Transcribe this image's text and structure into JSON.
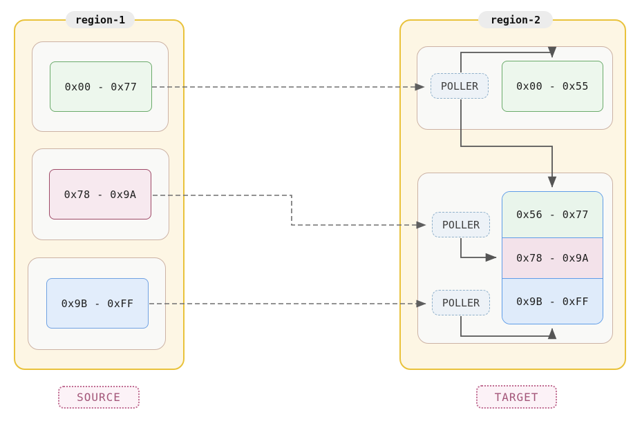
{
  "diagram": {
    "region1": {
      "label": "region-1",
      "badge": "SOURCE",
      "ranges": [
        "0x00 - 0x77",
        "0x78 - 0x9A",
        "0x9B - 0xFF"
      ]
    },
    "region2": {
      "label": "region-2",
      "badge": "TARGET",
      "pollers": [
        "POLLER",
        "POLLER",
        "POLLER"
      ],
      "group1_ranges": [
        "0x00 - 0x55"
      ],
      "group2_ranges": [
        "0x56 - 0x77",
        "0x78 - 0x9A",
        "0x9B - 0xFF"
      ]
    },
    "colors": {
      "region_border": "#e9c23b",
      "region_fill": "#fdf6e4",
      "subbox_border": "#ccb2a4",
      "subbox_fill": "#f9f9f7",
      "green_border": "#6aaa6a",
      "green_fill": "#edf7ed",
      "pink_border": "#9e4a67",
      "pink_fill": "#f7e9ef",
      "blue_border": "#70a1e2",
      "blue_fill": "#e2edfb",
      "stack_border": "#5e9ce8",
      "stack_green_fill": "#e9f5eb",
      "stack_pink_fill": "#f3e2ea",
      "stack_blue_fill": "#dfebfa",
      "poller_border": "#8fb0ca",
      "poller_fill": "#edf2f7",
      "badge_border": "#c06d92",
      "badge_fill": "#fcf2f7",
      "badge_text": "#a35679",
      "solid_arrow": "#555555",
      "dashed_arrow": "#6e6e6e",
      "label_pill_fill": "#ececec",
      "text": "#1c1c1c"
    }
  }
}
